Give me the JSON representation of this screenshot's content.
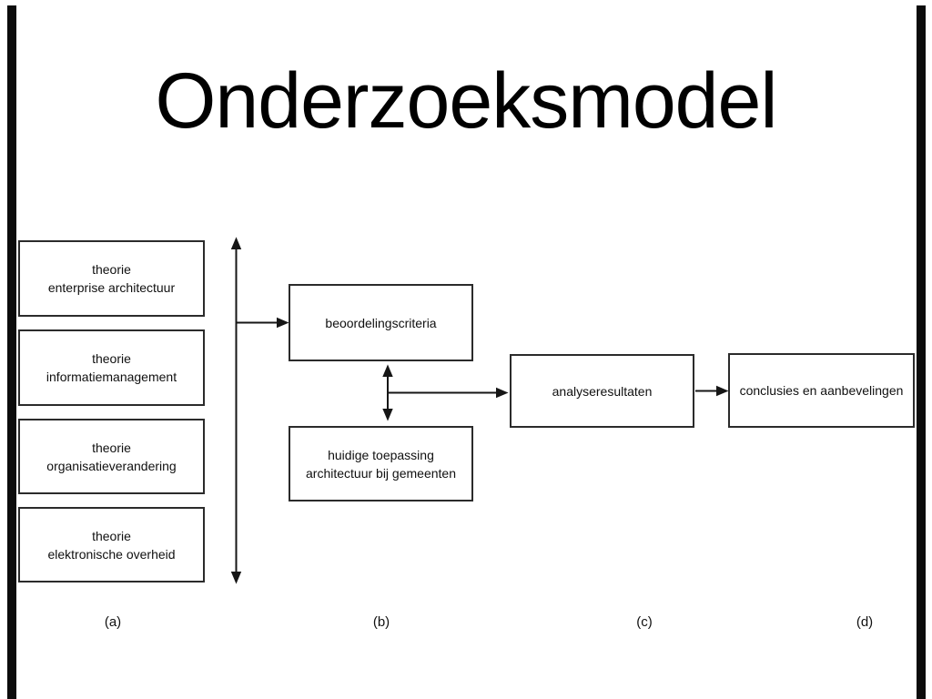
{
  "title": "Onderzoeksmodel",
  "colors": {
    "background": "#ffffff",
    "frame_bar": "#0c0c0c",
    "box_border": "#2b2b2b",
    "connector_line": "#161616",
    "text": "#101010"
  },
  "diagram": {
    "theory_boxes": [
      {
        "lines": [
          "theorie",
          "enterprise architectuur"
        ]
      },
      {
        "lines": [
          "theorie",
          "informatiemanagement"
        ]
      },
      {
        "lines": [
          "theorie",
          "organisatieverandering"
        ]
      },
      {
        "lines": [
          "theorie",
          "elektronische overheid"
        ]
      }
    ],
    "criteria_box": {
      "lines": [
        "beoordelingscriteria"
      ]
    },
    "current_practice_box": {
      "lines": [
        "huidige toepassing",
        "architectuur bij gemeenten"
      ]
    },
    "analysis_box": {
      "lines": [
        "analyseresultaten"
      ]
    },
    "conclusions_box": {
      "lines": [
        "conclusies en aanbevelingen"
      ]
    },
    "column_labels": [
      "(a)",
      "(b)",
      "(c)",
      "(d)"
    ]
  }
}
